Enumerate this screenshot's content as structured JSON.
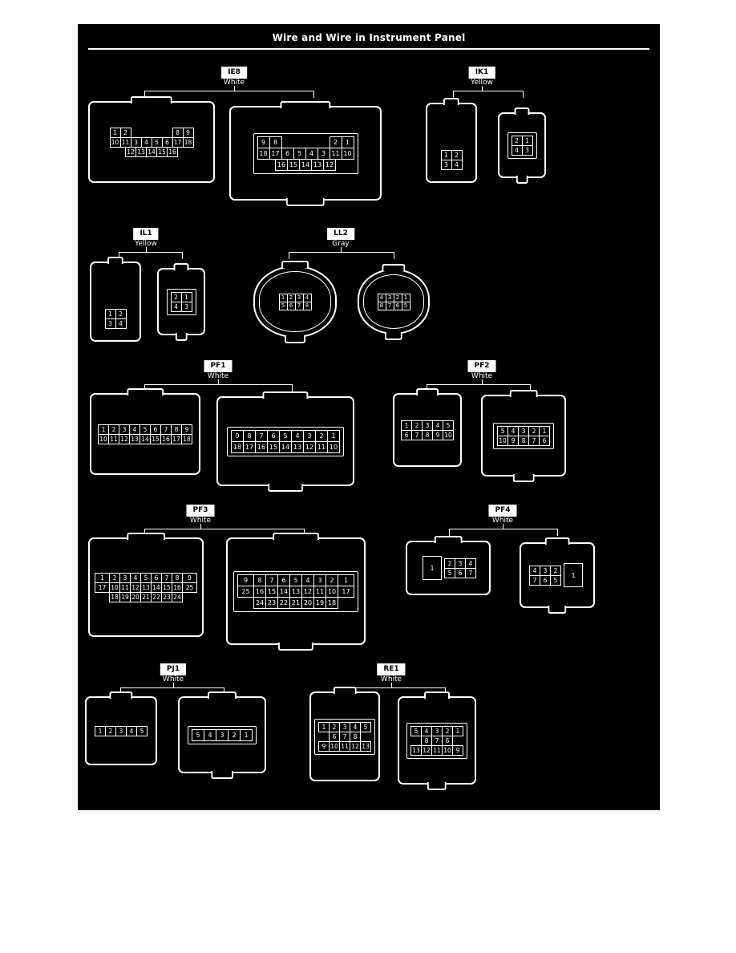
{
  "page": {
    "title": "Wire and Wire in Instrument Panel"
  },
  "groups": [
    {
      "id": "IE8",
      "color": "White",
      "connectors": [
        {
          "rows": [
            [
              "1",
              "2",
              "",
              "",
              "",
              "",
              "8",
              "9"
            ],
            [
              "10",
              "11",
              "3",
              "4",
              "5",
              "6",
              "17",
              "18"
            ],
            [
              "12",
              "13",
              "14",
              "15",
              "16"
            ]
          ]
        },
        {
          "rows": [
            [
              "9",
              "8",
              "",
              "",
              "",
              "",
              "2",
              "1"
            ],
            [
              "18",
              "17",
              "6",
              "5",
              "4",
              "3",
              "11",
              "10"
            ],
            [
              "16",
              "15",
              "14",
              "13",
              "12"
            ]
          ]
        }
      ]
    },
    {
      "id": "IK1",
      "color": "Yellow",
      "connectors": [
        {
          "rows": [
            [
              "1",
              "2"
            ],
            [
              "3",
              "4"
            ]
          ]
        },
        {
          "rows": [
            [
              "2",
              "1"
            ],
            [
              "4",
              "3"
            ]
          ]
        }
      ]
    },
    {
      "id": "IL1",
      "color": "Yellow",
      "connectors": [
        {
          "rows": [
            [
              "1",
              "2"
            ],
            [
              "3",
              "4"
            ]
          ]
        },
        {
          "rows": [
            [
              "2",
              "1"
            ],
            [
              "4",
              "3"
            ]
          ]
        }
      ]
    },
    {
      "id": "LL2",
      "color": "Gray",
      "connectors": [
        {
          "rows": [
            [
              "1",
              "2",
              "3",
              "4"
            ],
            [
              "5",
              "6",
              "7",
              "8"
            ]
          ]
        },
        {
          "rows": [
            [
              "4",
              "3",
              "2",
              "1"
            ],
            [
              "8",
              "7",
              "6",
              "5"
            ]
          ]
        }
      ]
    },
    {
      "id": "PF1",
      "color": "White",
      "connectors": [
        {
          "rows": [
            [
              "1",
              "2",
              "3",
              "4",
              "5",
              "6",
              "7",
              "8",
              "9"
            ],
            [
              "10",
              "11",
              "12",
              "13",
              "14",
              "15",
              "16",
              "17",
              "18"
            ]
          ]
        },
        {
          "rows": [
            [
              "9",
              "8",
              "7",
              "6",
              "5",
              "4",
              "3",
              "2",
              "1"
            ],
            [
              "18",
              "17",
              "16",
              "15",
              "14",
              "13",
              "12",
              "11",
              "10"
            ]
          ]
        }
      ]
    },
    {
      "id": "PF2",
      "color": "White",
      "connectors": [
        {
          "rows": [
            [
              "1",
              "2",
              "3",
              "4",
              "5"
            ],
            [
              "6",
              "7",
              "8",
              "9",
              "10"
            ]
          ]
        },
        {
          "rows": [
            [
              "5",
              "4",
              "3",
              "2",
              "1"
            ],
            [
              "10",
              "9",
              "8",
              "7",
              "6"
            ]
          ]
        }
      ]
    },
    {
      "id": "PF3",
      "color": "White",
      "connectors": [
        {
          "rows": [
            [
              "*1",
              "2",
              "3",
              "4",
              "5",
              "6",
              "7",
              "8",
              "*9"
            ],
            [
              "*17",
              "10",
              "11",
              "12",
              "13",
              "14",
              "15",
              "16",
              "*25"
            ],
            [
              "",
              "18",
              "19",
              "20",
              "21",
              "22",
              "23",
              "24",
              ""
            ]
          ]
        },
        {
          "rows": [
            [
              "*9",
              "8",
              "7",
              "6",
              "5",
              "4",
              "3",
              "2",
              "*1"
            ],
            [
              "*25",
              "16",
              "15",
              "14",
              "13",
              "12",
              "11",
              "10",
              "*17"
            ],
            [
              "",
              "24",
              "23",
              "22",
              "21",
              "20",
              "19",
              "18",
              ""
            ]
          ]
        }
      ]
    },
    {
      "id": "PF4",
      "color": "White",
      "connectors": [
        {
          "side_pin": "1",
          "side_pos": "left",
          "rows": [
            [
              "2",
              "3",
              "4"
            ],
            [
              "5",
              "6",
              "7"
            ]
          ]
        },
        {
          "side_pin": "1",
          "side_pos": "right",
          "rows": [
            [
              "4",
              "3",
              "2"
            ],
            [
              "7",
              "6",
              "5"
            ]
          ]
        }
      ]
    },
    {
      "id": "PJ1",
      "color": "White",
      "connectors": [
        {
          "rows": [
            [
              "1",
              "2",
              "3",
              "4",
              "5"
            ]
          ]
        },
        {
          "rows": [
            [
              "5",
              "4",
              "3",
              "2",
              "1"
            ]
          ]
        }
      ]
    },
    {
      "id": "RE1",
      "color": "White",
      "connectors": [
        {
          "rows": [
            [
              "1",
              "2",
              "3",
              "4",
              "5"
            ],
            [
              "6",
              "7",
              "8"
            ],
            [
              "9",
              "10",
              "11",
              "12",
              "13"
            ]
          ]
        },
        {
          "rows": [
            [
              "5",
              "4",
              "3",
              "2",
              "1"
            ],
            [
              "8",
              "7",
              "6"
            ],
            [
              "13",
              "12",
              "11",
              "10",
              "9"
            ]
          ]
        }
      ]
    }
  ]
}
